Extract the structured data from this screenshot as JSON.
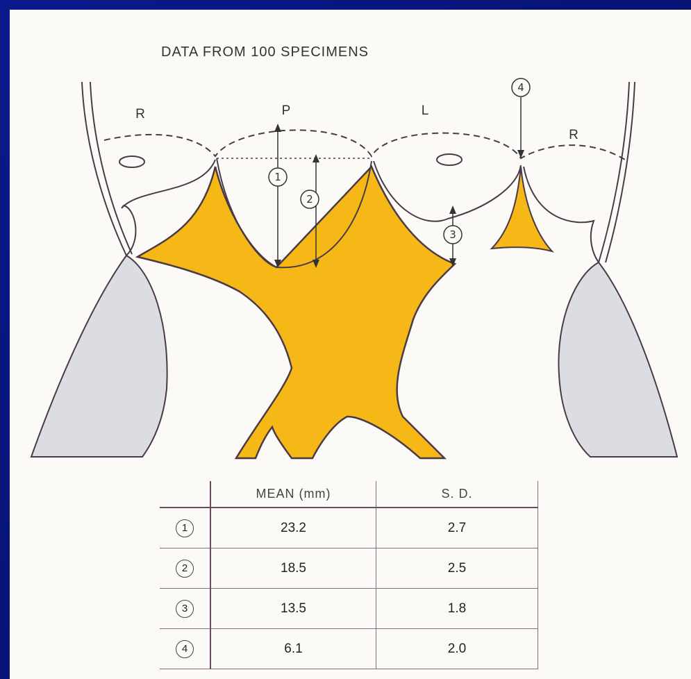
{
  "figure": {
    "title": "DATA FROM 100 SPECIMENS",
    "regions": [
      "R",
      "P",
      "L",
      "R"
    ],
    "markers": [
      "1",
      "2",
      "3",
      "4"
    ]
  },
  "table": {
    "headers": [
      "",
      "MEAN (mm)",
      "S. D."
    ],
    "rows": [
      {
        "id": "1",
        "mean": "23.2",
        "sd": "2.7"
      },
      {
        "id": "2",
        "mean": "18.5",
        "sd": "2.5"
      },
      {
        "id": "3",
        "mean": "13.5",
        "sd": "1.8"
      },
      {
        "id": "4",
        "mean": "6.1",
        "sd": "2.0"
      }
    ]
  },
  "colors": {
    "ligament_fill": "#f5b816",
    "leaflet_fill": "#dcdde3",
    "background": "#061370",
    "line": "#4a3a48"
  }
}
